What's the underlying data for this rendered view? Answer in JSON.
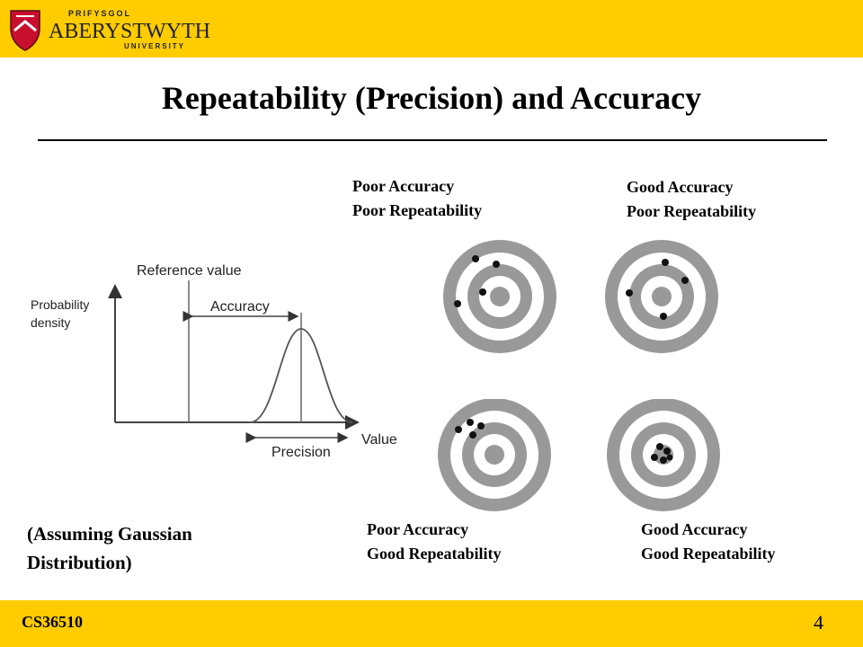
{
  "header": {
    "logo_top": "PRIFYSGOL",
    "logo_main": "ABERYSTWYTH",
    "logo_bottom": "UNIVERSITY",
    "colors": {
      "band": "#ffcc00",
      "crest": "#c8102e"
    }
  },
  "slide": {
    "title": "Repeatability (Precision) and Accuracy",
    "note_line1": "(Assuming Gaussian",
    "note_line2": "Distribution)"
  },
  "diagram": {
    "reference_value": "Reference value",
    "y_axis_line1": "Probability",
    "y_axis_line2": "density",
    "accuracy": "Accuracy",
    "precision": "Precision",
    "x_axis": "Value"
  },
  "targets": {
    "top_left": {
      "line1": "Poor Accuracy",
      "line2": "Poor Repeatability"
    },
    "top_right": {
      "line1": "Good Accuracy",
      "line2": "Poor Repeatability"
    },
    "bottom_left": {
      "line1": "Poor Accuracy",
      "line2": "Good Repeatability"
    },
    "bottom_right": {
      "line1": "Good Accuracy",
      "line2": "Good Repeatability"
    }
  },
  "footer": {
    "course": "CS36510",
    "page": "4"
  }
}
